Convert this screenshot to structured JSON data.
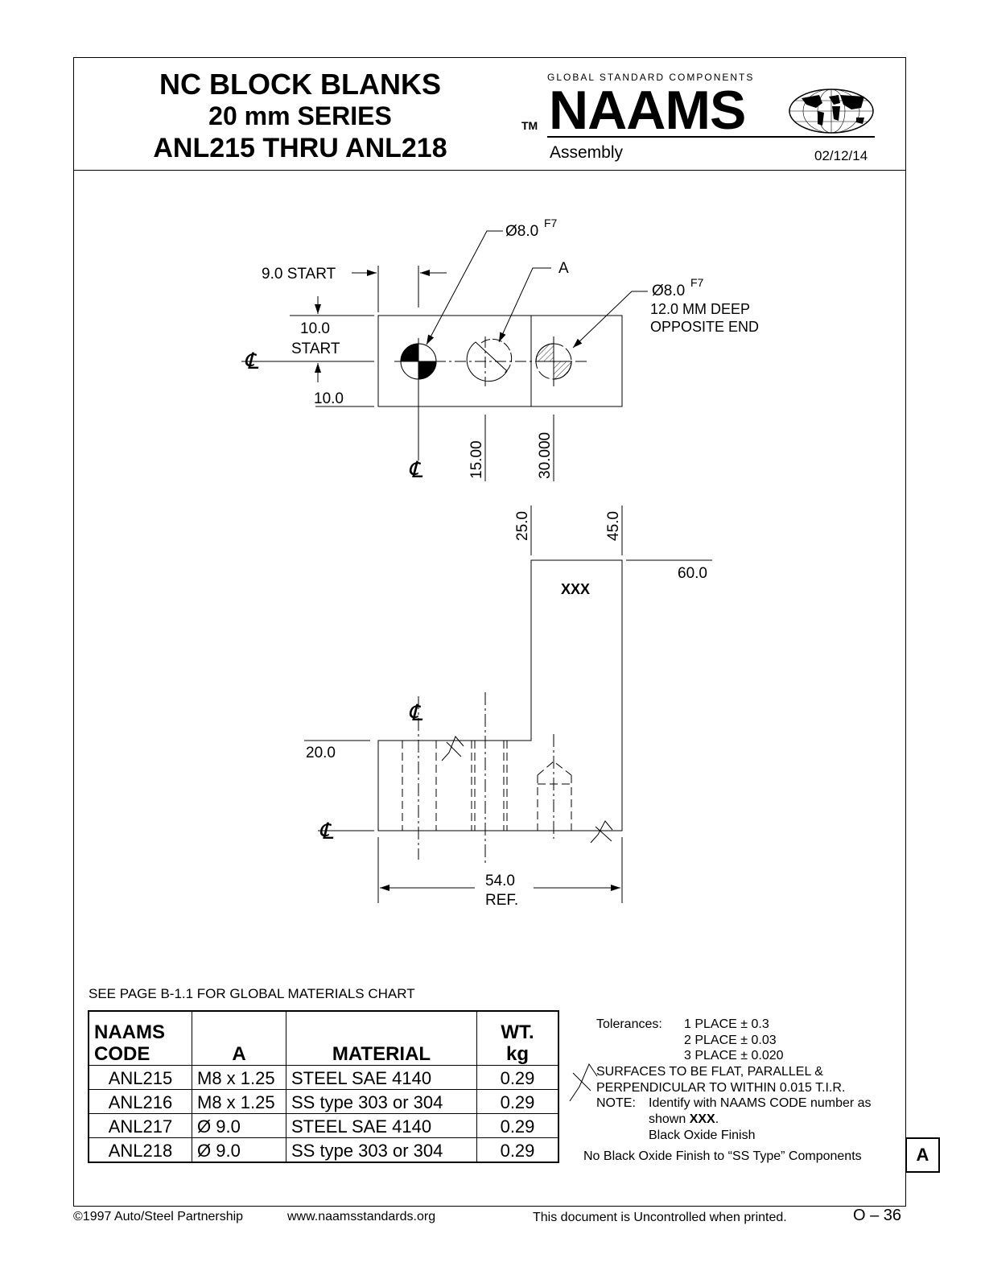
{
  "header": {
    "title_line1": "NC BLOCK BLANKS",
    "title_line2": "20 mm SERIES",
    "title_line3": "ANL215 THRU ANL218",
    "logo_tagline": "GLOBAL STANDARD COMPONENTS",
    "logo_text": "NAAMS",
    "trademark": "TM",
    "section": "Assembly",
    "date": "02/12/14"
  },
  "drawing": {
    "top_view": {
      "hole1_callout": "Ø8.0",
      "hole1_tol": "F7",
      "hole2_callout": "A",
      "hole3_callout": "Ø8.0",
      "hole3_tol": "F7",
      "hole3_note1": "12.0 MM DEEP",
      "hole3_note2": "OPPOSITE END",
      "dim_x_start": "9.0 START",
      "dim_y_start1": "10.0",
      "dim_y_start2": "START",
      "dim_y_bottom": "10.0",
      "dim_15": "15.00",
      "dim_30": "30.000",
      "centerline_symbol": "℄"
    },
    "front_view": {
      "dim_25": "25.0",
      "dim_45": "45.0",
      "dim_60": "60.0",
      "dim_20": "20.0",
      "marking": "XXX",
      "dim_length": "54.0",
      "dim_length_ref": "REF."
    }
  },
  "materials_note": "SEE PAGE B-1.1 FOR GLOBAL MATERIALS CHART",
  "table": {
    "headers": [
      "NAAMS CODE",
      "A",
      "MATERIAL",
      "WT. kg"
    ],
    "header_code_1": "NAAMS",
    "header_code_2": "CODE",
    "header_wt_1": "WT.",
    "header_wt_2": "kg",
    "rows": [
      [
        "ANL215",
        "M8 x 1.25",
        "STEEL SAE 4140",
        "0.29"
      ],
      [
        "ANL216",
        "M8 x 1.25",
        "SS type 303 or 304",
        "0.29"
      ],
      [
        "ANL217",
        "Ø 9.0",
        "STEEL SAE 4140",
        "0.29"
      ],
      [
        "ANL218",
        "Ø 9.0",
        "SS type 303 or 304",
        "0.29"
      ]
    ]
  },
  "notes": {
    "tolerances_label": "Tolerances:",
    "tol1": "1 PLACE ± 0.3",
    "tol2": "2 PLACE ± 0.03",
    "tol3": "3 PLACE ± 0.020",
    "surfaces1": "SURFACES TO BE FLAT, PARALLEL &",
    "surfaces2": "PERPENDICULAR TO WITHIN 0.015 T.I.R.",
    "note_label": "NOTE:",
    "note1": "Identify with NAAMS CODE number as",
    "note2_prefix": "shown",
    "note2_bold": "XXX",
    "note2_suffix": ".",
    "note3": "Black Oxide Finish",
    "note4": "No Black Oxide Finish to “SS Type” Components",
    "revision": "A"
  },
  "footer": {
    "copyright": "©1997 Auto/Steel Partnership",
    "website": "www.naamsstandards.org",
    "disclaimer": "This document is Uncontrolled when printed.",
    "page": "O – 36"
  }
}
